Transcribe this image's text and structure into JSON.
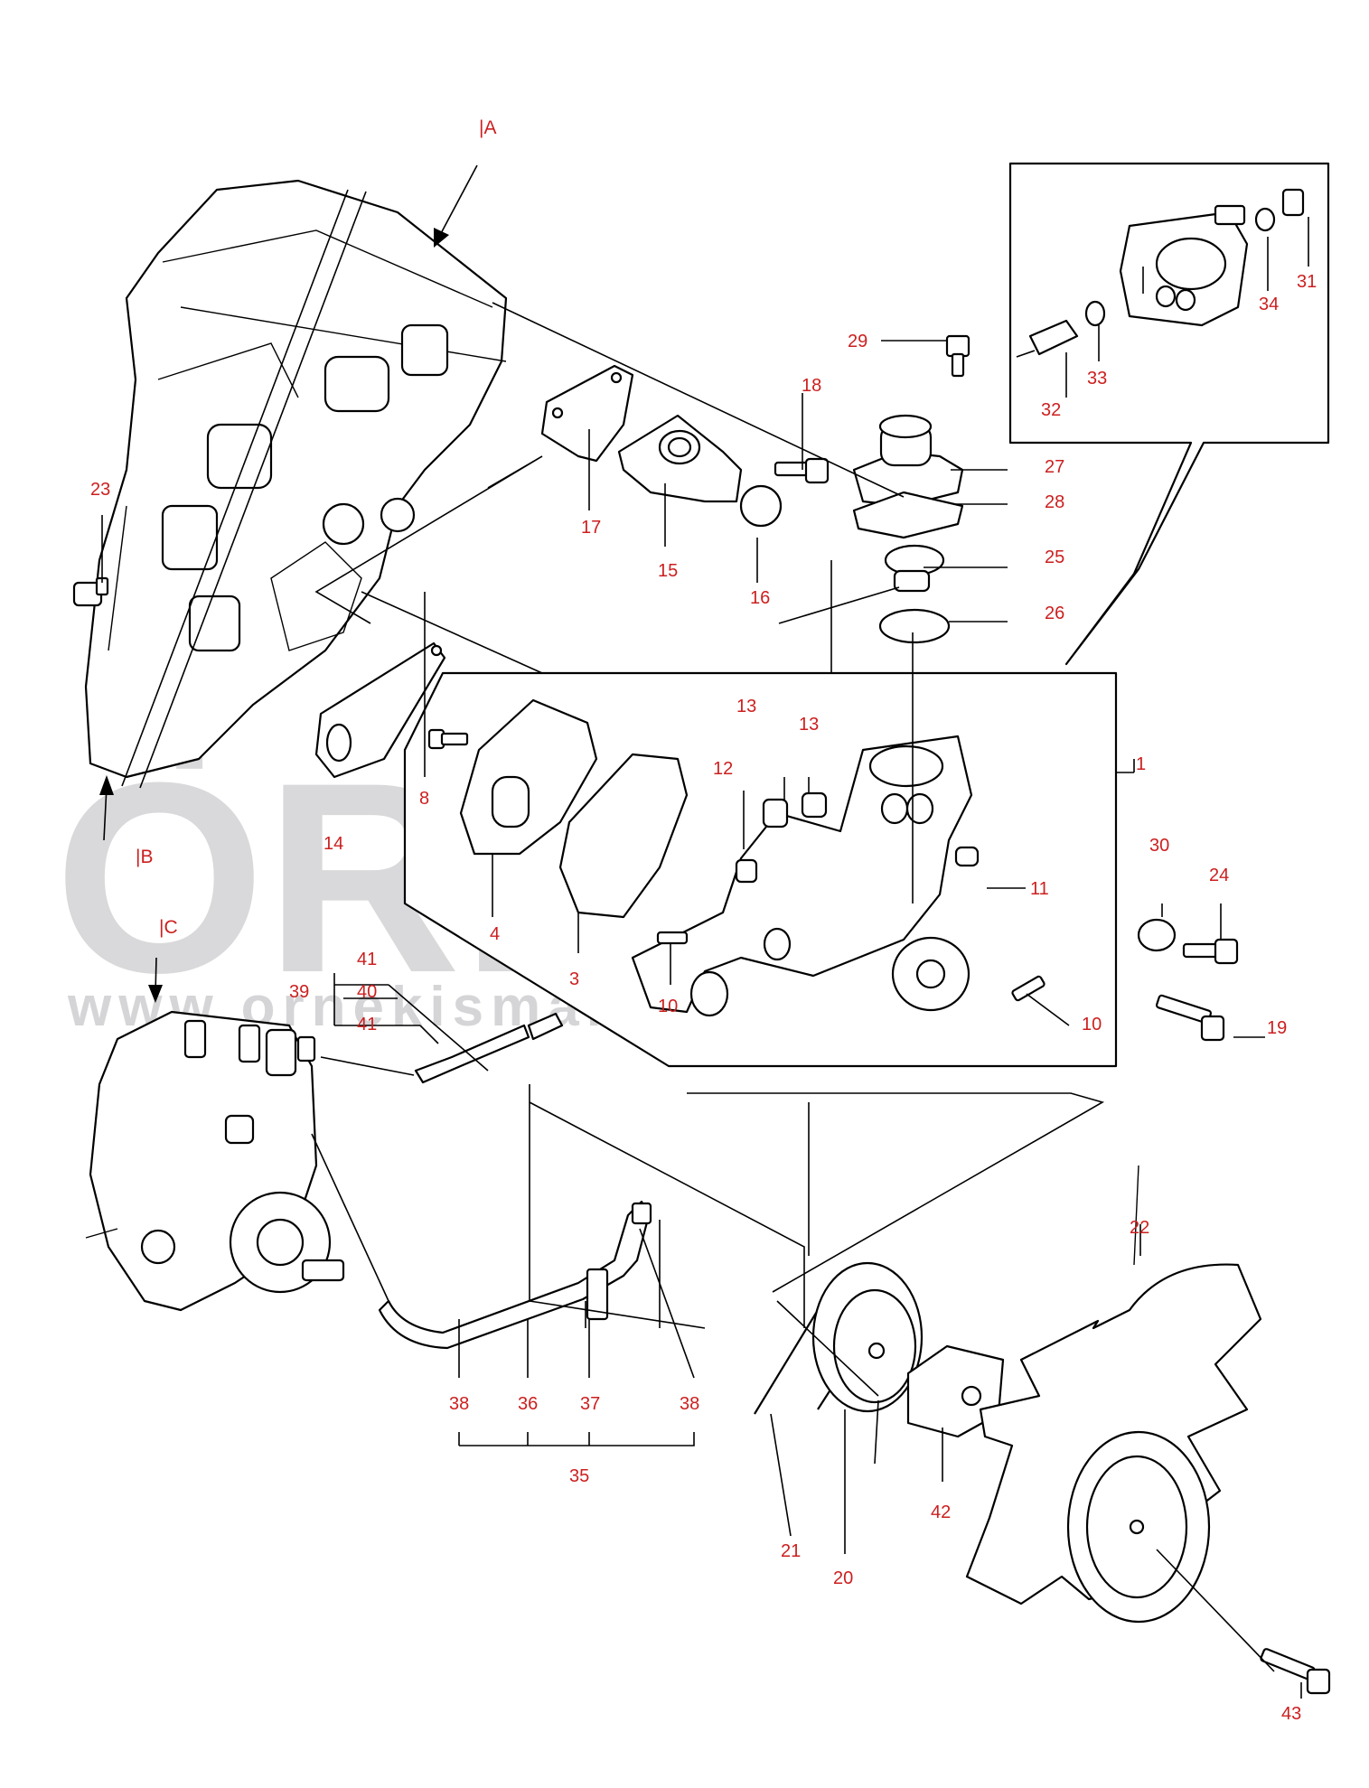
{
  "watermark": {
    "main": "ÖRNEK",
    "url": "www.ornekismakinalari.com.tr"
  },
  "refs": {
    "a": "|A",
    "b": "|B",
    "c": "|C"
  },
  "callouts": {
    "p1": "1",
    "p3": "3",
    "p4": "4",
    "p8": "8",
    "p10a": "10",
    "p10b": "10",
    "p11": "11",
    "p12": "12",
    "p13a": "13",
    "p13b": "13",
    "p14": "14",
    "p15": "15",
    "p16": "16",
    "p17": "17",
    "p18": "18",
    "p19": "19",
    "p20": "20",
    "p21": "21",
    "p22": "22",
    "p23": "23",
    "p24": "24",
    "p25": "25",
    "p26": "26",
    "p27": "27",
    "p28": "28",
    "p29": "29",
    "p30": "30",
    "p31": "31",
    "p32": "32",
    "p33": "33",
    "p34": "34",
    "p35": "35",
    "p36": "36",
    "p37": "37",
    "p38a": "38",
    "p38b": "38",
    "p39": "39",
    "p40": "40",
    "p41a": "41",
    "p41b": "41",
    "p42": "42",
    "p43": "43"
  },
  "colors": {
    "callout": "#cc1f1f",
    "watermark": "#b9b9be",
    "line": "#000000"
  }
}
